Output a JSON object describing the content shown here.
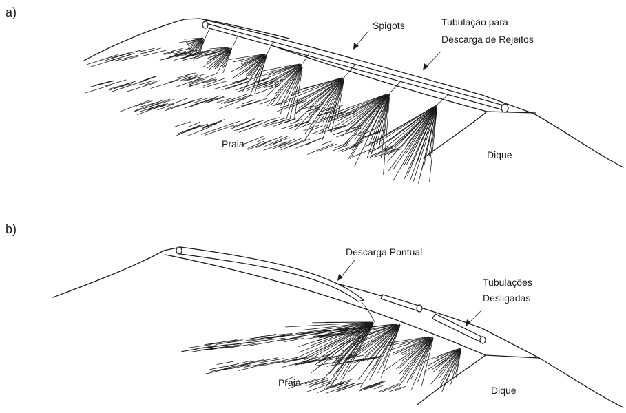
{
  "panel_a": {
    "panel_label": "a)",
    "spigots_label": "Spigots",
    "pipe_label_line1": "Tubulação para",
    "pipe_label_line2": "Descarga de Rejeitos",
    "beach_label": "Praia",
    "dike_label": "Dique"
  },
  "panel_b": {
    "panel_label": "b)",
    "point_discharge_label": "Descarga Pontual",
    "disconnected_pipes_line1": "Tubulações",
    "disconnected_pipes_line2": "Desligadas",
    "beach_label": "Praia",
    "dike_label": "Dique"
  },
  "colors": {
    "ink": "#1a1a1a",
    "background": "#ffffff"
  }
}
